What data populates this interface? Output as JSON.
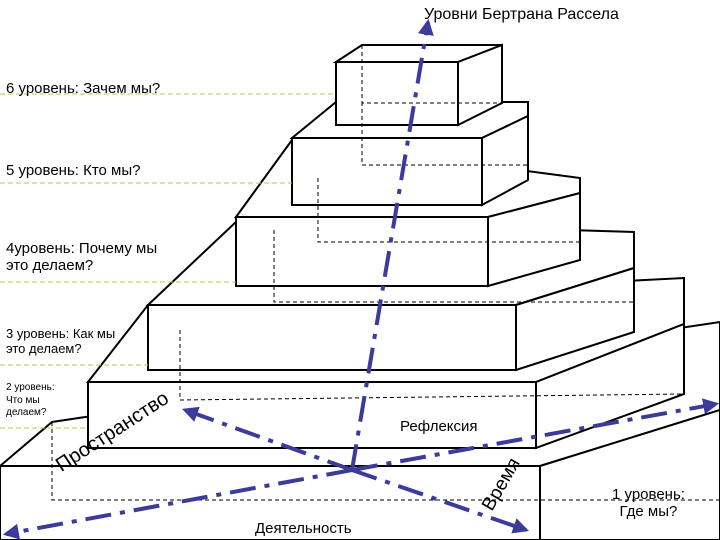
{
  "title": "Уровни Бертрана Рассела",
  "levels": {
    "level6": "6 уровень: Зачем мы?",
    "level5": "5 уровень: Кто мы?",
    "level4": "4уровень: Почему мы\nэто делаем?",
    "level3": "3 уровень: Как мы\nэто делаем?",
    "level2": "2 уровень:\nЧто мы\nделаем?",
    "level1": "1 уровень:\nГде мы?"
  },
  "axes": {
    "reflection": "Рефлексия",
    "activity": "Деятельность",
    "space": "Пространство",
    "time": "Время"
  },
  "colors": {
    "box_stroke": "#000000",
    "hidden_edge": "#000000",
    "guide_line": "#b7c94a",
    "axis_arrow": "#3b3b9c"
  }
}
